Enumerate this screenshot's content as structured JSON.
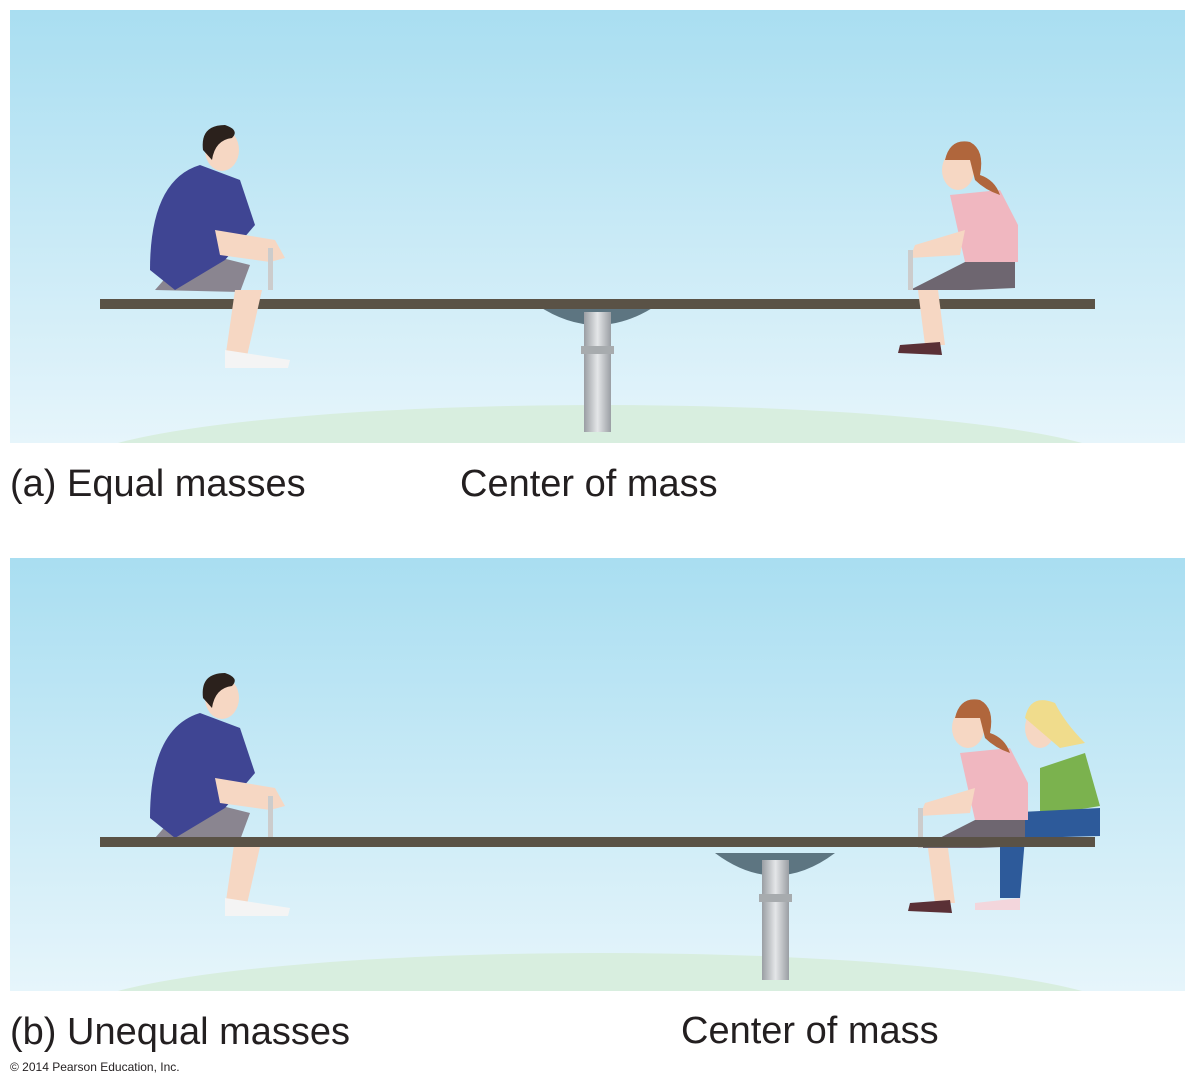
{
  "panel_a": {
    "caption": "(a) Equal masses",
    "com_label": "Center of mass"
  },
  "panel_b": {
    "caption": "(b) Unequal masses",
    "com_label": "Center of mass"
  },
  "copyright": "© 2014 Pearson Education, Inc.",
  "colors": {
    "sky_top": "#a9def1",
    "sky_bottom": "#e3f4fb",
    "plank": "#5a5246",
    "grass": "#9fcf8a",
    "boy_shirt": "#3f4593",
    "girl_shirt": "#f0b7c0",
    "friend_shirt": "#7bb24e",
    "jeans": "#2d5a9a"
  }
}
